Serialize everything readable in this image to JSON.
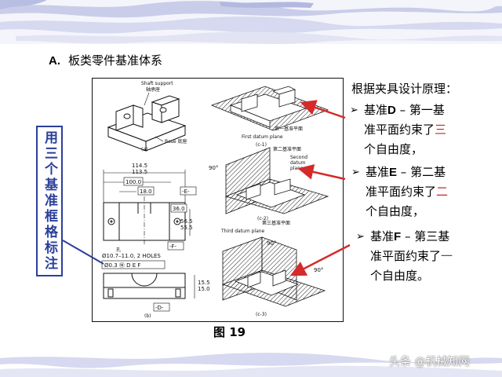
{
  "section": {
    "letter": "A.",
    "title": "板类零件基准体系"
  },
  "side_label": "用三个基准框格标注",
  "principle_heading": "根据夹具设计原理：",
  "bullets": [
    {
      "datum": "D",
      "line1_pre": "基准",
      "line1_post": " – 第一基",
      "line2_pre": "准平面约束了",
      "count": "三",
      "line3": "个自由度，"
    },
    {
      "datum": "E",
      "line1_pre": "基准",
      "line1_post": " – 第二基",
      "line2_pre": "准平面约束了",
      "count": "二",
      "line3": "个自由度，"
    },
    {
      "datum": "F",
      "line1_pre": "基准",
      "line1_post": "  – 第三基",
      "line2_pre": "准平面约束了",
      "count": "一",
      "line3": "个自由度。"
    }
  ],
  "figure": {
    "caption": "图  19",
    "label_a": "(a)",
    "label_b": "(b)",
    "label_c1": "(c-1)",
    "label_c2": "(c-2)",
    "label_c3": "(c-3)",
    "shaft_support_en": "Shaft support",
    "shaft_support_cn": "轴承座",
    "base_en": "Base 底座",
    "first_plane_cn": "第一基准平面",
    "first_plane_en": "First datum plane",
    "second_plane_cn": "第二基准平面",
    "second_plane_en_1": "Second",
    "second_plane_en_2": "datum",
    "second_plane_en_3": "plane",
    "third_plane_cn": "第三基准平面",
    "third_plane_en": "Third datum plane",
    "angle_90": "90°",
    "dim_114_5": "114.5",
    "dim_113_5": "113.5",
    "dim_100": "100.0",
    "dim_18": "18.0",
    "dim_36": "36.0",
    "dim_56_5": "56.5",
    "dim_55_5": "55.5",
    "dim_15_5": "15.5",
    "dim_15_0": "15.0",
    "datum_e": "-E-",
    "datum_f": "-F-",
    "datum_d": "-D-",
    "hole_cn": "孔",
    "hole_note": "Ø10.7–11.0, 2 HOLES",
    "fcf": "Ø0.3 Ⓜ D E F"
  },
  "watermark": "头条 @机械知网",
  "colors": {
    "accent_blue": "#2b3f9a",
    "red": "#c0282b",
    "arrow_red": "#d42a2a",
    "banner_blue": "#c9cde9"
  }
}
